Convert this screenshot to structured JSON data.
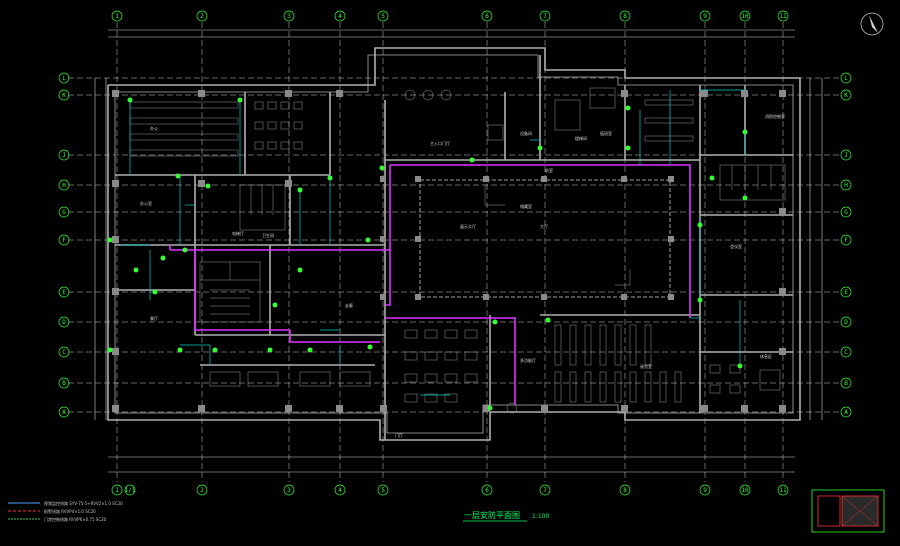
{
  "drawing": {
    "title": "一层安防平面图",
    "scale": "1:100"
  },
  "axes": {
    "top": [
      "1",
      "2",
      "3",
      "4",
      "5",
      "6",
      "7",
      "8",
      "9",
      "10",
      "11"
    ],
    "bottom": [
      "1",
      "1/1",
      "2",
      "3",
      "4",
      "5",
      "6",
      "7",
      "8",
      "9",
      "10",
      "11"
    ],
    "left": [
      "L",
      "K",
      "J",
      "H",
      "G",
      "F",
      "E",
      "D",
      "C",
      "B",
      "A"
    ],
    "right": [
      "L",
      "K",
      "J",
      "H",
      "G",
      "F",
      "E",
      "D",
      "C",
      "B",
      "A"
    ]
  },
  "rooms": [
    {
      "id": "r1",
      "name": "办公"
    },
    {
      "id": "r2",
      "name": "大厅"
    },
    {
      "id": "r3",
      "name": "主入口门厅"
    },
    {
      "id": "r4",
      "name": "电梯厅"
    },
    {
      "id": "r5",
      "name": "办公室"
    },
    {
      "id": "r6",
      "name": "设备间"
    },
    {
      "id": "r7",
      "name": "消防控制室"
    },
    {
      "id": "r8",
      "name": "展示大厅"
    },
    {
      "id": "r9",
      "name": "多功能厅"
    },
    {
      "id": "r10",
      "name": "会议室"
    },
    {
      "id": "r11",
      "name": "卫生间"
    },
    {
      "id": "r12",
      "name": "阅览室"
    },
    {
      "id": "r13",
      "name": "门厅"
    },
    {
      "id": "r14",
      "name": "餐厅"
    },
    {
      "id": "r15",
      "name": "休息区"
    },
    {
      "id": "r16",
      "name": "楼梯间"
    },
    {
      "id": "r17",
      "name": "储藏室"
    },
    {
      "id": "r18",
      "name": "走廊"
    },
    {
      "id": "r19",
      "name": "值班室"
    },
    {
      "id": "r20",
      "name": "前室"
    }
  ],
  "legend": [
    {
      "label": "视频监控线路 SYV-75-5+RVV2×1.0 SC20",
      "color": "#4da6ff"
    },
    {
      "label": "报警线路 RVVP4×1.0 SC20",
      "color": "#ff3333"
    },
    {
      "label": "门禁控制线路 RVVP6×0.75 SC20",
      "color": "#33cc66"
    }
  ],
  "colors": {
    "background": "#000000",
    "walls": "#b0b0b0",
    "grid": "#ffffff",
    "axis_bubble": "#33ff33",
    "trunk": "#dd33ff",
    "branch": "#00cccc",
    "device": "#33ff33"
  },
  "icons": {
    "north_arrow": "north-arrow-icon",
    "camera": "camera-icon"
  }
}
